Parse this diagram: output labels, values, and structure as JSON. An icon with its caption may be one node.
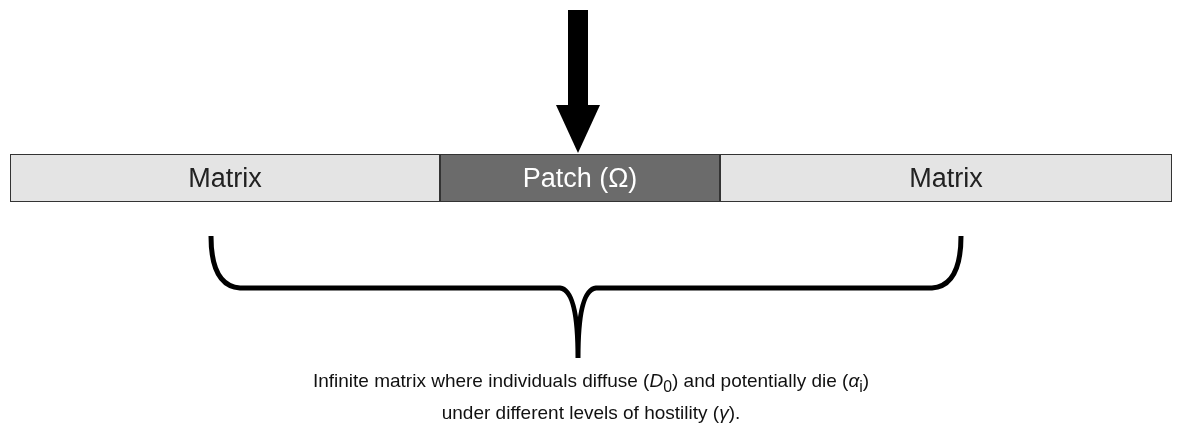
{
  "diagram": {
    "nodes": [
      {
        "text": [
          "Matrix"
        ]
      },
      {
        "text": [
          "Patch (Ω)"
        ]
      },
      {
        "text": [
          "Matrix"
        ]
      }
    ],
    "edges": [
      {
        "from": null,
        "to": 1,
        "arrow": "to"
      }
    ],
    "labels": [
      "Infinite matrix where individuals diffuse (*D*$_{0}$) and potentially die (*α*$_{i}$) under different levels of hostility (*γ*)."
    ]
  }
}
